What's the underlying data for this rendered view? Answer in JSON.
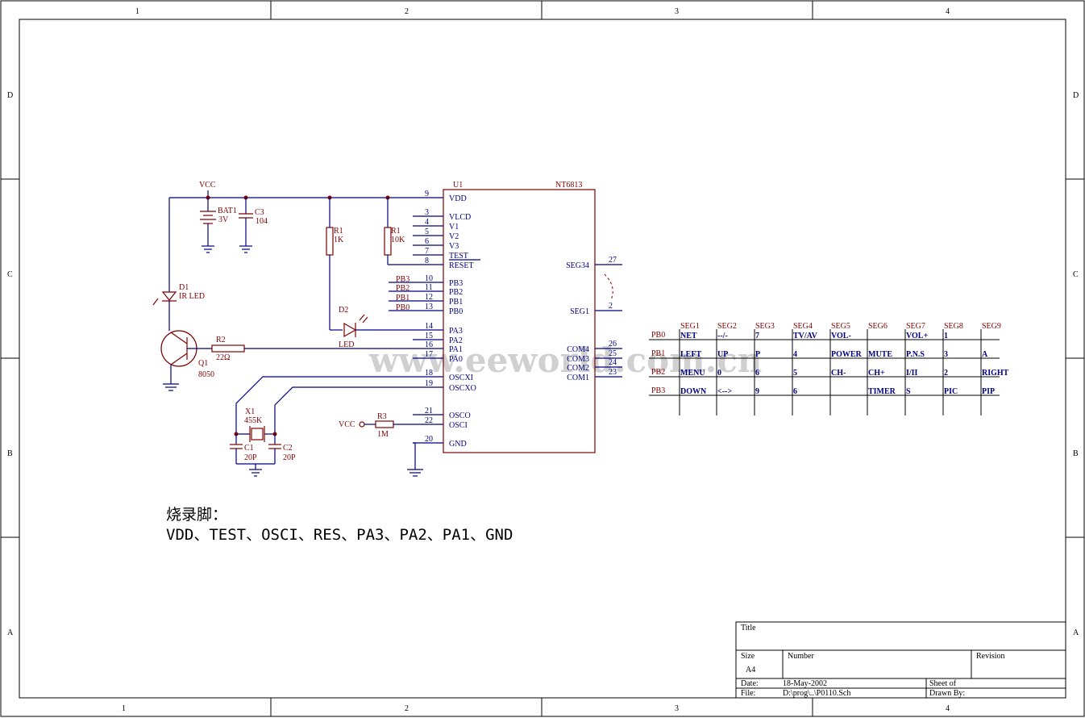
{
  "frame": {
    "col_labels": [
      "1",
      "2",
      "3",
      "4"
    ],
    "row_labels": [
      "D",
      "C",
      "B",
      "A"
    ]
  },
  "mcu": {
    "ref": "U1",
    "part": "NT6813",
    "left_pins": [
      {
        "num": "9",
        "name": "VDD"
      },
      {
        "num": "3",
        "name": "VLCD"
      },
      {
        "num": "4",
        "name": "V1"
      },
      {
        "num": "5",
        "name": "V2"
      },
      {
        "num": "6",
        "name": "V3"
      },
      {
        "num": "7",
        "name": "TEST"
      },
      {
        "num": "8",
        "name": "RESET"
      },
      {
        "num": "10",
        "name": "PB3"
      },
      {
        "num": "11",
        "name": "PB2"
      },
      {
        "num": "12",
        "name": "PB1"
      },
      {
        "num": "13",
        "name": "PB0"
      },
      {
        "num": "14",
        "name": "PA3"
      },
      {
        "num": "15",
        "name": "PA2"
      },
      {
        "num": "16",
        "name": "PA1"
      },
      {
        "num": "17",
        "name": "PA0"
      },
      {
        "num": "18",
        "name": "OSCXI"
      },
      {
        "num": "19",
        "name": "OSCXO"
      },
      {
        "num": "21",
        "name": "OSCO"
      },
      {
        "num": "22",
        "name": "OSCI"
      },
      {
        "num": "20",
        "name": "GND"
      }
    ],
    "right_pins": [
      {
        "num": "27",
        "name": "SEG34"
      },
      {
        "num": "2",
        "name": "SEG1"
      },
      {
        "num": "26",
        "name": "COM4"
      },
      {
        "num": "25",
        "name": "COM3"
      },
      {
        "num": "24",
        "name": "COM2"
      },
      {
        "num": "23",
        "name": "COM1"
      }
    ],
    "pb_net_labels": [
      "PB3",
      "PB2",
      "PB1",
      "PB0"
    ]
  },
  "components": {
    "vcc_label": "VCC",
    "vcc_r3": "VCC",
    "bat": {
      "ref": "BAT1",
      "value": "3V"
    },
    "c3": {
      "ref": "C3",
      "value": "104"
    },
    "r1a": {
      "ref": "R1",
      "value": "1K"
    },
    "r1b": {
      "ref": "R1",
      "value": "10K"
    },
    "d1": {
      "ref": "D1",
      "value": "IR LED"
    },
    "d2": {
      "ref": "D2",
      "value": "LED"
    },
    "q1": {
      "ref": "Q1",
      "value": "8050"
    },
    "r2": {
      "ref": "R2",
      "value": "22Ω"
    },
    "x1": {
      "ref": "X1",
      "value": "455K"
    },
    "c1": {
      "ref": "C1",
      "value": "20P"
    },
    "c2": {
      "ref": "C2",
      "value": "20P"
    },
    "r3": {
      "ref": "R3",
      "value": "1M"
    }
  },
  "note": {
    "title": "烧录脚：",
    "pins": "VDD、TEST、OSCI、RES、PA3、PA2、PA1、GND"
  },
  "watermark": "www.eeworld.com.cn",
  "keymatrix": {
    "col_headers": [
      "SEG1",
      "SEG2",
      "SEG3",
      "SEG4",
      "SEG5",
      "SEG6",
      "SEG7",
      "SEG8",
      "SEG9"
    ],
    "rows": [
      {
        "label": "PB0",
        "keys": [
          "NET",
          "--/-",
          "7",
          "TV/AV",
          "VOL-",
          "",
          "VOL+",
          "1",
          ""
        ]
      },
      {
        "label": "PB1",
        "keys": [
          "LEFT",
          "UP",
          "P",
          "4",
          "POWER",
          "MUTE",
          "P.N.S",
          "3",
          "A"
        ]
      },
      {
        "label": "PB2",
        "keys": [
          "MENU",
          "0",
          "6",
          "5",
          "CH-",
          "CH+",
          "I/II",
          "2",
          "RIGHT"
        ]
      },
      {
        "label": "PB3",
        "keys": [
          "DOWN",
          "<-->",
          "9",
          "6",
          "",
          "TIMER",
          "S",
          "PIC",
          "PIP"
        ]
      }
    ]
  },
  "title_block": {
    "title_label": "Title",
    "size_label": "Size",
    "size_value": "A4",
    "number_label": "Number",
    "revision_label": "Revision",
    "date_label": "Date:",
    "date_value": "18-May-2002",
    "sheet_label": "Sheet   of",
    "file_label": "File:",
    "file_value": "D:\\prog\\..\\P0110.Sch",
    "drawn_label": "Drawn By:"
  }
}
